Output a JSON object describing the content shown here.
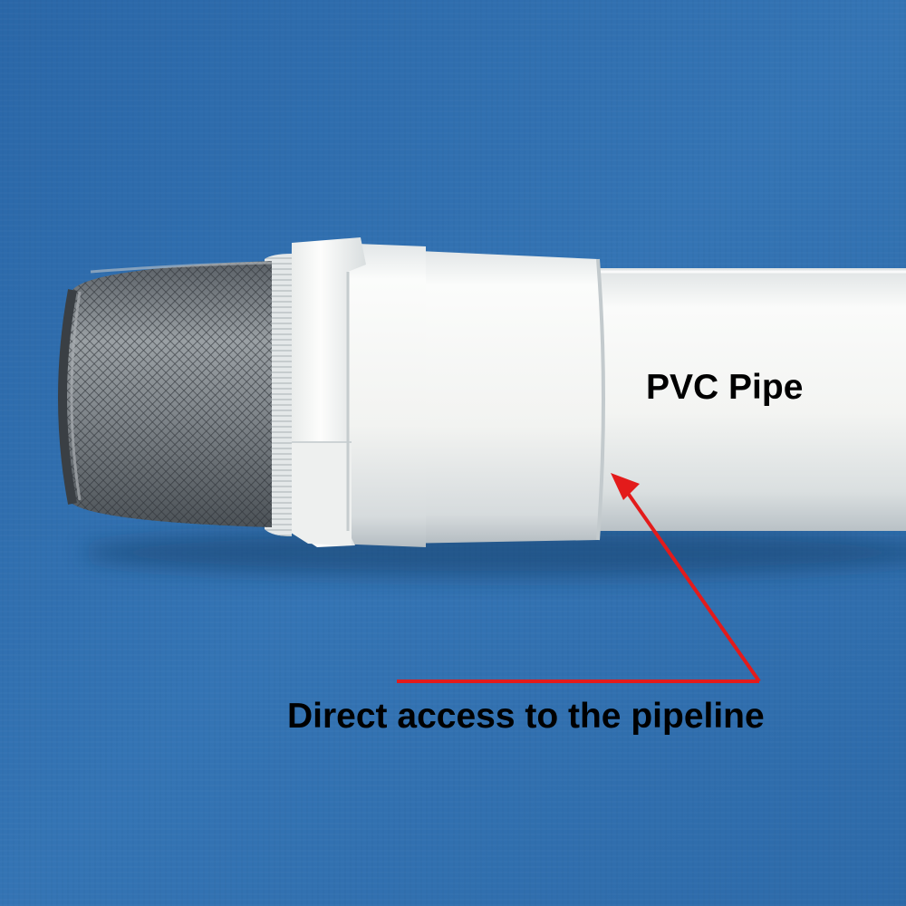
{
  "labels": {
    "pvc_pipe": "PVC Pipe",
    "direct_access": "Direct access to the pipeline"
  },
  "colors": {
    "background_fabric": "#2f6fae",
    "pipe_white": "#f4f5f3",
    "annotation_arrow": "#e31b1b",
    "label_text": "#000000",
    "mesh_metal": "#8a8f93"
  },
  "objects": {
    "strainer": "stainless steel mesh strainer",
    "adapter": "white threaded adapter fitting",
    "coupling": "white pipe coupling",
    "pipe": "white PVC pipe"
  }
}
